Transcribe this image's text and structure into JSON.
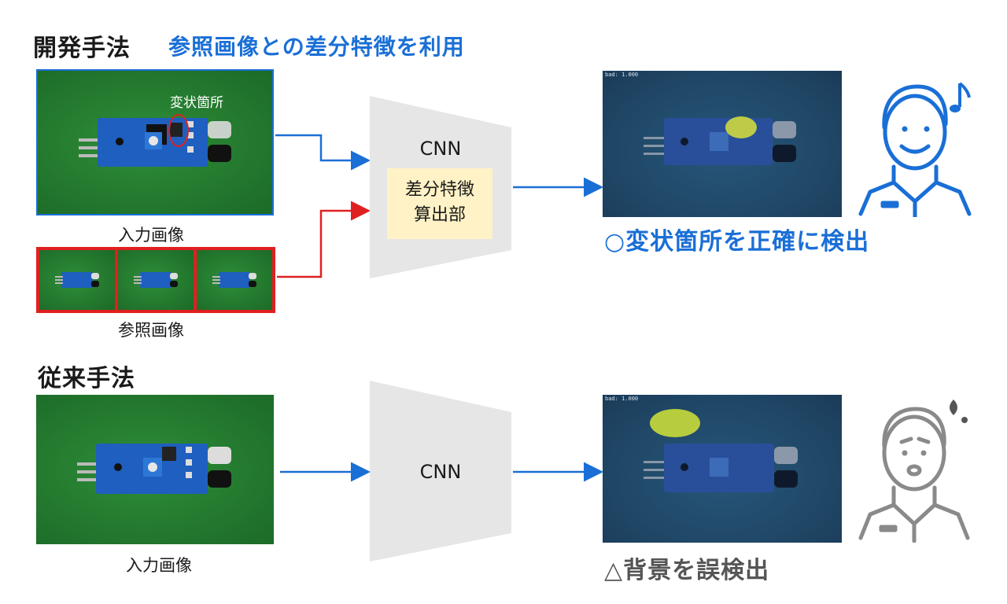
{
  "proposed": {
    "heading": "開発手法",
    "subheading": "参照画像との差分特徴を利用",
    "input_caption": "入力画像",
    "ref_caption": "参照画像",
    "defect_label": "変状箇所",
    "cnn_label": "CNN",
    "module_label_line1": "差分特徴",
    "module_label_line2": "算出部",
    "result_text": "○変状箇所を正確に検出",
    "heatmap_score": "bad: 1.000"
  },
  "conventional": {
    "heading": "従来手法",
    "input_caption": "入力画像",
    "cnn_label": "CNN",
    "result_text": "△背景を誤検出",
    "heatmap_score": "bad: 1.000"
  },
  "colors": {
    "accent_blue": "#1a6fd6",
    "reference_red": "#e02020",
    "module_yellow": "#fff2c6",
    "cnn_gray": "#e6e6e6"
  }
}
